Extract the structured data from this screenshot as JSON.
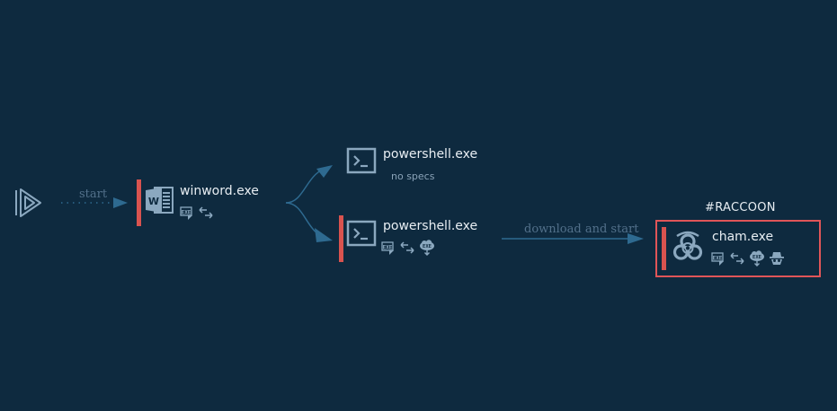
{
  "colors": {
    "background": "#0e2a3f",
    "edge": "#2e6a90",
    "alert": "#d9534f",
    "icon": "#8ba8bf",
    "text": "#e8eef3",
    "muted_text": "#52708a"
  },
  "start_node": {
    "icon": "play-icon",
    "edge_label": "start"
  },
  "nodes": [
    {
      "id": "winword",
      "title": "winword.exe",
      "icon": "word-document-icon",
      "flagged": true,
      "specs": [
        "exe-drop-icon",
        "network-arrows-icon"
      ]
    },
    {
      "id": "powershell-1",
      "title": "powershell.exe",
      "icon": "terminal-icon",
      "flagged": false,
      "subtitle": "no specs"
    },
    {
      "id": "powershell-2",
      "title": "powershell.exe",
      "icon": "terminal-icon",
      "flagged": true,
      "specs": [
        "exe-drop-icon",
        "network-arrows-icon",
        "exe-download-cloud-icon"
      ]
    },
    {
      "id": "cham",
      "title": "cham.exe",
      "icon": "biohazard-icon",
      "flagged": true,
      "tag": "#RACCOON",
      "specs": [
        "exe-drop-icon",
        "network-arrows-icon",
        "exe-download-cloud-icon",
        "spy-icon"
      ]
    }
  ],
  "edges": [
    {
      "from": "start",
      "to": "winword",
      "label": "start",
      "style": "dotted"
    },
    {
      "from": "winword",
      "to": "powershell-1",
      "label": ""
    },
    {
      "from": "winword",
      "to": "powershell-2",
      "label": ""
    },
    {
      "from": "powershell-2",
      "to": "cham",
      "label": "download and start"
    }
  ]
}
